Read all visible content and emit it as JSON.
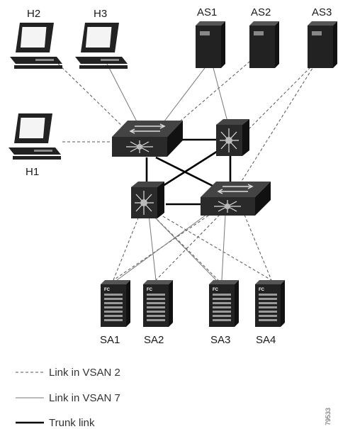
{
  "hosts": {
    "h1": "H1",
    "h2": "H2",
    "h3": "H3"
  },
  "servers": {
    "as1": "AS1",
    "as2": "AS2",
    "as3": "AS3"
  },
  "storage": {
    "sa1": "SA1",
    "sa2": "SA2",
    "sa3": "SA3",
    "sa4": "SA4",
    "fc_badge": "FC"
  },
  "legend": {
    "vsan2": "Link in VSAN 2",
    "vsan7": "Link in VSAN 7",
    "trunk": "Trunk link"
  },
  "figure_id": "79533",
  "colors": {
    "device": "#1a1a1a",
    "switch_face": "#2a2a2a",
    "vsan2_link": "#555555",
    "vsan7_link": "#777777",
    "trunk_link": "#000000"
  }
}
